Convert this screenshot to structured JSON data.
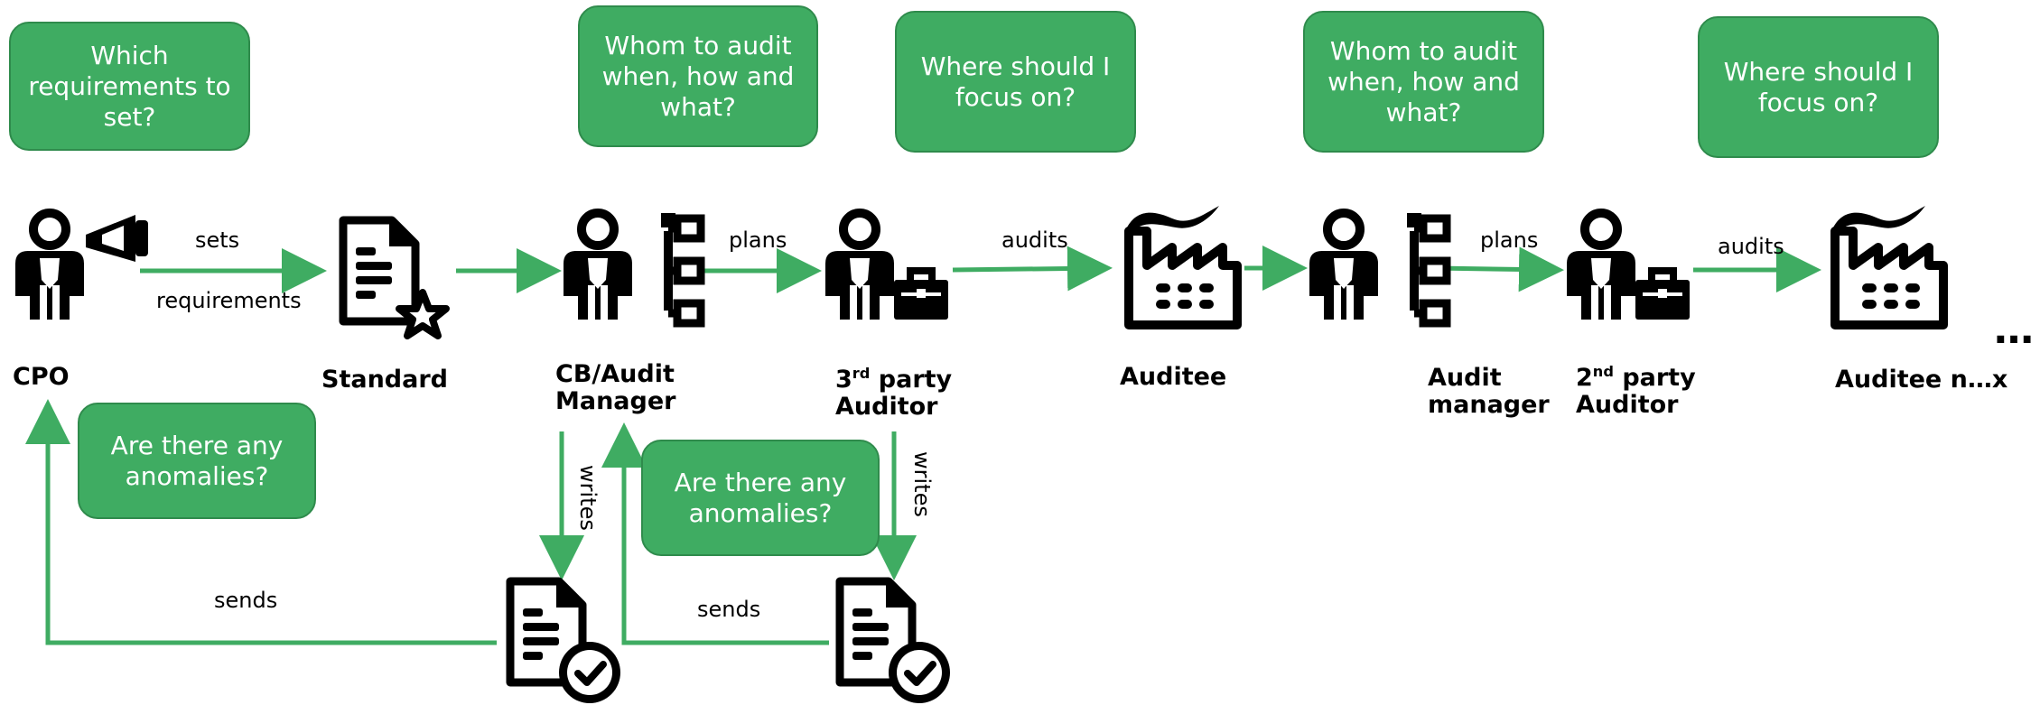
{
  "colors": {
    "accent": "#3fac62",
    "accent_border": "#2f8b4c",
    "icon": "#000000"
  },
  "bubbles": {
    "b1": "Which requirements to set?",
    "b2": "Whom to audit when, how and what?",
    "b3": "Where should I focus on?",
    "b4": "Whom to audit when, how and what?",
    "b5": "Where should I focus on?",
    "b6": "Are there any anomalies?",
    "b7": "Are there any anomalies?"
  },
  "roles": {
    "cpo": "CPO",
    "standard": "Standard",
    "cb_manager_1": "CB/Audit",
    "cb_manager_2": "Manager",
    "third_party_sup": "rd",
    "third_party_num": "3",
    "third_party_rest": " party",
    "third_party_2": "Auditor",
    "auditee": "Auditee",
    "audit_manager_1": "Audit",
    "audit_manager_2": "manager",
    "second_party_num": "2",
    "second_party_sup": "nd",
    "second_party_rest": " party",
    "second_party_2": "Auditor",
    "auditee_n": "Auditee n…x"
  },
  "edges": {
    "sets": "sets",
    "requirements": "requirements",
    "plans_1": "plans",
    "audits_1": "audits",
    "plans_2": "plans",
    "audits_2": "audits",
    "writes_1": "writes",
    "writes_2": "writes",
    "sends_1": "sends",
    "sends_2": "sends"
  },
  "ellipsis": "…",
  "icons": [
    "person-megaphone-icon",
    "document-star-icon",
    "person-org-chart-icon",
    "person-briefcase-icon",
    "factory-icon",
    "person-org-chart-icon",
    "person-briefcase-icon",
    "factory-icon",
    "document-check-icon",
    "document-check-icon"
  ]
}
